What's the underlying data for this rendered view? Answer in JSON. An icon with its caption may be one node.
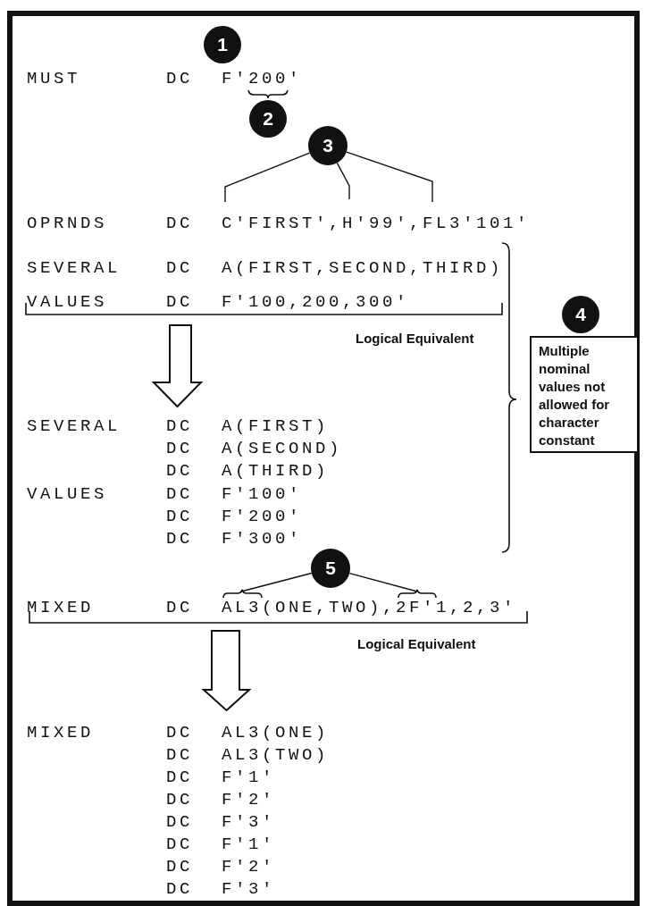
{
  "diagram": {
    "nodes": [
      {
        "text": [
          "1"
        ]
      },
      {
        "text": [
          "2"
        ]
      },
      {
        "text": [
          "3"
        ]
      },
      {
        "text": [
          "4"
        ]
      },
      {
        "text": [
          "Multiple nominal values not allowed for character constant"
        ]
      },
      {
        "text": [
          "5"
        ]
      }
    ],
    "edges": [
      {
        "from": 2,
        "to": null,
        "arrow": "none"
      },
      {
        "from": 2,
        "to": null,
        "arrow": "none"
      },
      {
        "from": 2,
        "to": null,
        "arrow": "none"
      },
      {
        "from": 5,
        "to": null,
        "arrow": "none"
      },
      {
        "from": 5,
        "to": null,
        "arrow": "none"
      }
    ],
    "labels": [
      "MUST",
      "DC",
      "F'200'",
      "OPRNDS",
      "DC",
      "C'FIRST',H'99',FL3'101'",
      "SEVERAL",
      "DC",
      "A(FIRST,SECOND,THIRD)",
      "VALUES",
      "DC",
      "F'100,200,300'",
      "Logical Equivalent",
      "SEVERAL",
      "DC",
      "A(FIRST)",
      "DC",
      "A(SECOND)",
      "DC",
      "A(THIRD)",
      "VALUES",
      "DC",
      "F'100'",
      "DC",
      "F'200'",
      "DC",
      "F'300'",
      "MIXED",
      "DC",
      "AL3(ONE,TWO),2F'1,2,3'",
      "Logical Equivalent",
      "MIXED",
      "DC",
      "AL3(ONE)",
      "DC",
      "AL3(TWO)",
      "DC",
      "F'1'",
      "DC",
      "F'2'",
      "DC",
      "F'3'",
      "DC",
      "F'1'",
      "DC",
      "F'2'",
      "DC",
      "F'3'"
    ]
  }
}
